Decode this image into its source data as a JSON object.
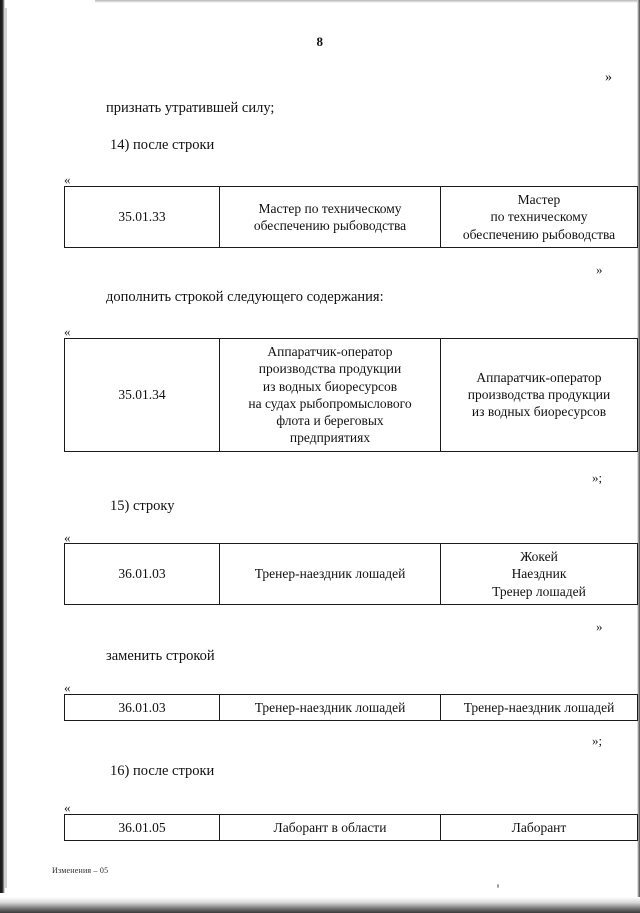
{
  "document": {
    "page_number": "8",
    "footer_note": "Изменения – 05",
    "top_close_quote": "»",
    "open_quote": "«",
    "close_quote": "»",
    "close_quote_semicolon": "»;"
  },
  "paragraphs": {
    "p1": "признать утратившей силу;",
    "p2": "14) после строки",
    "p3": "дополнить строкой следующего содержания:",
    "p4": "15) строку",
    "p5": "заменить строкой",
    "p6": "16) после строки"
  },
  "tables": [
    {
      "id": "table-35-01-33",
      "code": "35.01.33",
      "middle_lines": [
        "Мастер по техническому",
        "обеспечению рыбоводства"
      ],
      "right_lines": [
        "Мастер",
        "по техническому",
        "обеспечению рыбоводства"
      ]
    },
    {
      "id": "table-35-01-34",
      "code": "35.01.34",
      "middle_lines": [
        "Аппаратчик-оператор",
        "производства продукции",
        "из водных биоресурсов",
        "на судах рыбопромыслового",
        "флота и береговых",
        "предприятиях"
      ],
      "right_lines": [
        "Аппаратчик-оператор",
        "производства продукции",
        "из водных биоресурсов"
      ]
    },
    {
      "id": "table-36-01-03-old",
      "code": "36.01.03",
      "middle_lines": [
        "Тренер-наездник лошадей"
      ],
      "right_lines": [
        "Жокей",
        "Наездник",
        "Тренер лошадей"
      ]
    },
    {
      "id": "table-36-01-03-new",
      "code": "36.01.03",
      "middle_lines": [
        "Тренер-наездник лошадей"
      ],
      "right_lines": [
        "Тренер-наездник лошадей"
      ]
    },
    {
      "id": "table-36-01-05",
      "code": "36.01.05",
      "middle_lines": [
        "Лаборант в области"
      ],
      "right_lines": [
        "Лаборант"
      ]
    }
  ]
}
